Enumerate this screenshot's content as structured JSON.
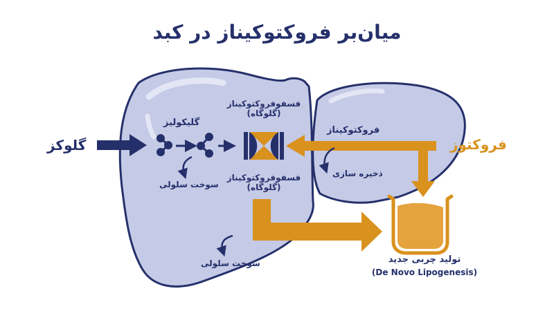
{
  "title": "میان‌بر فروکتوکیناز در کبد",
  "labels": {
    "glucose": "گلوکز",
    "fructose": "فروکتوز",
    "glycolysis": "گلیکولیز",
    "cell_fuel_upper": "سوخت سلولی",
    "cell_fuel_lower": "سوخت سلولی",
    "pfk_top_line1": "فسفوفروکتوکیناز",
    "pfk_top_line2": "(گلوگاه)",
    "pfk_bottom_line1": "فسفوفروکتوکیناز",
    "pfk_bottom_line2": "(گلوگاه)",
    "fructokinase": "فروکتوکیناز",
    "storage": "ذخیره سازی",
    "lipogenesis_fa": "تولید چربی جدید",
    "lipogenesis_en": "(De Novo Lipogenesis)"
  },
  "colors": {
    "navy": "#25306b",
    "orange": "#d9921e",
    "liver_fill": "#c5cae6",
    "liver_stroke": "#25306b",
    "highlight": "#e3e6f4",
    "beaker_fill": "#e4a33d",
    "outline": "#ffffff"
  },
  "icons": [
    "molecule-icon",
    "bottleneck-icon",
    "beaker-icon",
    "arrow-icon",
    "curved-arrow-icon"
  ]
}
